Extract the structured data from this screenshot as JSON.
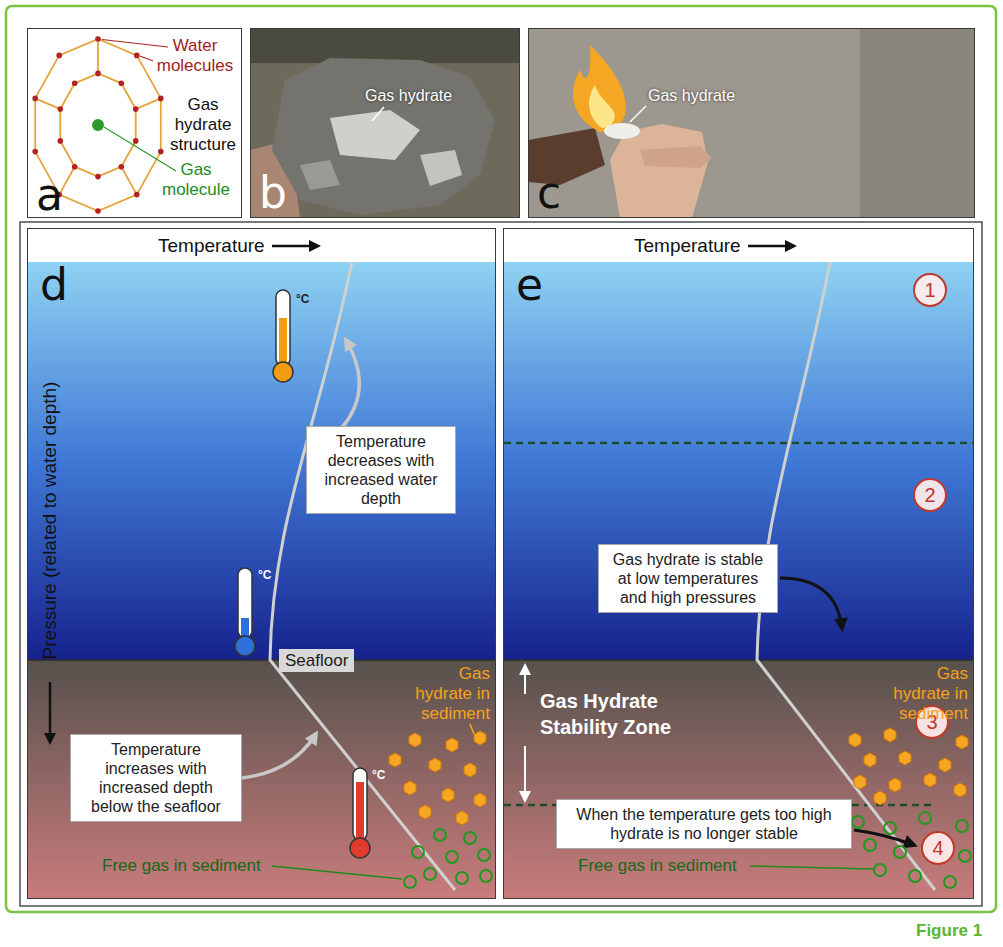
{
  "diagram": {
    "nodes": [
      {
        "text": [
          "a"
        ]
      },
      {
        "text": [
          "b"
        ]
      },
      {
        "text": [
          "c"
        ]
      },
      {
        "text": [
          "d"
        ]
      },
      {
        "text": [
          "Temperature decreases with increased water depth"
        ],
        "in": 3
      },
      {
        "text": [
          "Seafloor"
        ],
        "in": 3
      },
      {
        "text": [
          "Temperature increases with increased depth below the seafloor"
        ],
        "in": 3
      },
      {
        "text": [
          "e"
        ]
      },
      {
        "text": [
          "1"
        ],
        "in": 7
      },
      {
        "text": [
          "2"
        ],
        "in": 7
      },
      {
        "text": [
          "Gas hydrate is stable at low temperatures and high pressures"
        ],
        "in": 7
      },
      {
        "text": [
          "3"
        ],
        "in": 7
      },
      {
        "text": [
          "When the temperature gets too high hydrate is no longer stable"
        ],
        "in": 7
      },
      {
        "text": [
          "4"
        ],
        "in": 7
      }
    ],
    "labels": [
      "Water molecules",
      "Gas hydrate structure",
      "Gas molecule",
      "Gas hydrate",
      "Gas hydrate",
      "Temperature",
      "Pressure (related to water depth)",
      "°C",
      "°C",
      "Gas hydrate in sediment",
      "°C",
      "Free gas in sediment",
      "Temperature",
      "Gas Hydrate Stability Zone",
      "Gas hydrate in sediment",
      "Free gas in sediment",
      "Figure 1"
    ]
  }
}
